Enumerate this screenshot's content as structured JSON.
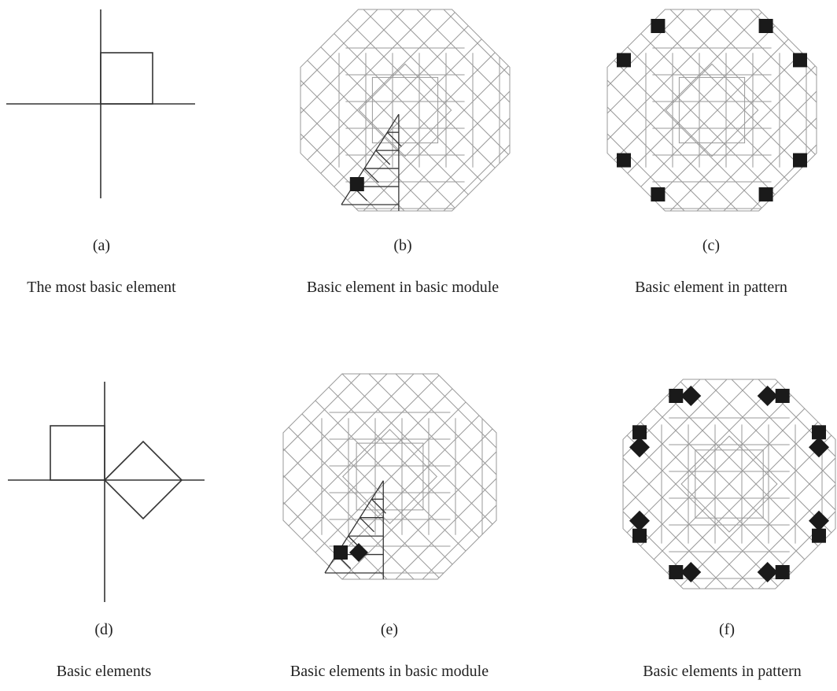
{
  "figure": {
    "panels": [
      {
        "letter": "(a)",
        "caption": "The most basic element"
      },
      {
        "letter": "(b)",
        "caption": "Basic element in basic module"
      },
      {
        "letter": "(c)",
        "caption": "Basic element in pattern"
      },
      {
        "letter": "(d)",
        "caption": "Basic elements"
      },
      {
        "letter": "(e)",
        "caption": "Basic elements in basic module"
      },
      {
        "letter": "(f)",
        "caption": "Basic elements in pattern"
      }
    ]
  }
}
